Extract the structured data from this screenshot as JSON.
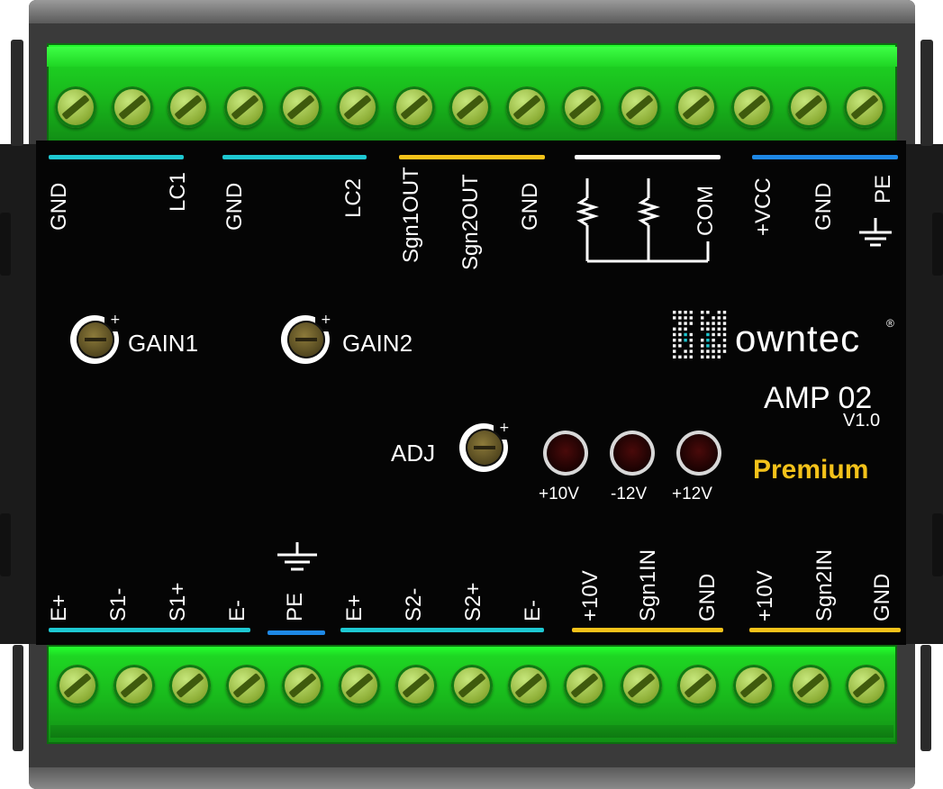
{
  "colors": {
    "cyan": "#1ec8d2",
    "yellow": "#f4c21a",
    "white": "#ffffff",
    "blue": "#1e88e5",
    "terminal_green": "#1ed623",
    "premium": "#f4c21a"
  },
  "top_labels": {
    "lc1": [
      "GND",
      "LC1"
    ],
    "lc2": [
      "GND",
      "LC2"
    ],
    "signal_out": [
      "Sgn1OUT",
      "Sgn2OUT",
      "GND"
    ],
    "relay": [
      "COM"
    ],
    "power": [
      "+VCC",
      "GND",
      "PE"
    ]
  },
  "bottom_labels": {
    "load_cell": [
      "E+",
      "S1-",
      "S1+",
      "E-",
      "PE",
      "E+",
      "S2-",
      "S2+",
      "E-"
    ],
    "input1": [
      "+10V",
      "Sgn1IN",
      "GND"
    ],
    "input2": [
      "+10V",
      "Sgn2IN",
      "GND"
    ]
  },
  "potentiometers": [
    "GAIN1",
    "GAIN2",
    "ADJ"
  ],
  "leds": [
    "+10V",
    "-12V",
    "+12V"
  ],
  "brand": {
    "name": "owntec",
    "model": "AMP 02",
    "version": "V1.0",
    "edition": "Premium",
    "registered": "®",
    "logo-icon": "dot-matrix-logo-icon"
  }
}
